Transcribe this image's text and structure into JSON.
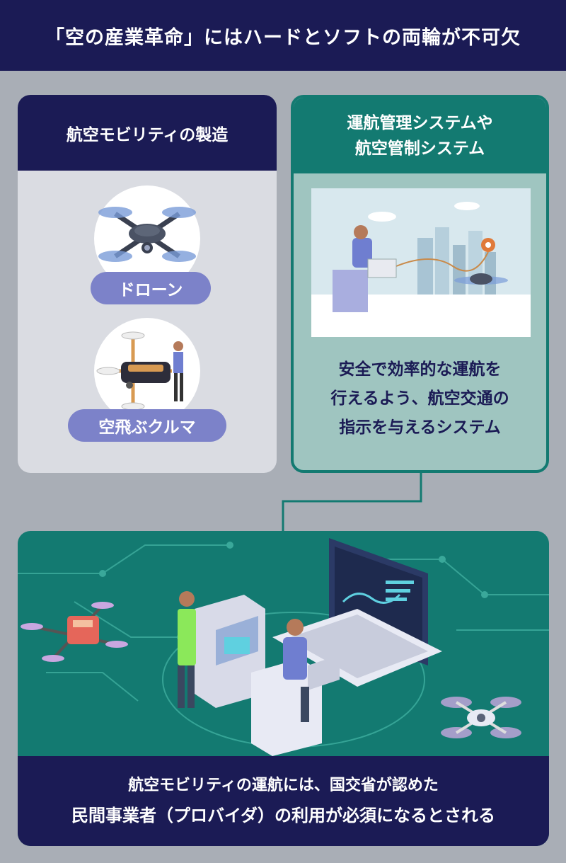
{
  "header": {
    "title": "「空の産業革命」にはハードとソフトの両輪が不可欠"
  },
  "left": {
    "heading": "航空モビリティの製造",
    "items": [
      {
        "label": "ドローン",
        "icon": "drone-icon"
      },
      {
        "label": "空飛ぶクルマ",
        "icon": "flying-car-icon"
      }
    ]
  },
  "right": {
    "heading_line1": "運航管理システムや",
    "heading_line2": "航空管制システム",
    "body_line1": "安全で効率的な運航を",
    "body_line2": "行えるよう、航空交通の",
    "body_line3": "指示を与えるシステム"
  },
  "bottom": {
    "caption_line1": "航空モビリティの運航には、国交省が認めた",
    "caption_line2": "民間事業者（プロバイダ）の利用が必須になるとされる"
  },
  "colors": {
    "navy": "#1b1b55",
    "teal": "#137a71",
    "lavender": "#7c82c9",
    "gray": "#a9aeb6"
  }
}
